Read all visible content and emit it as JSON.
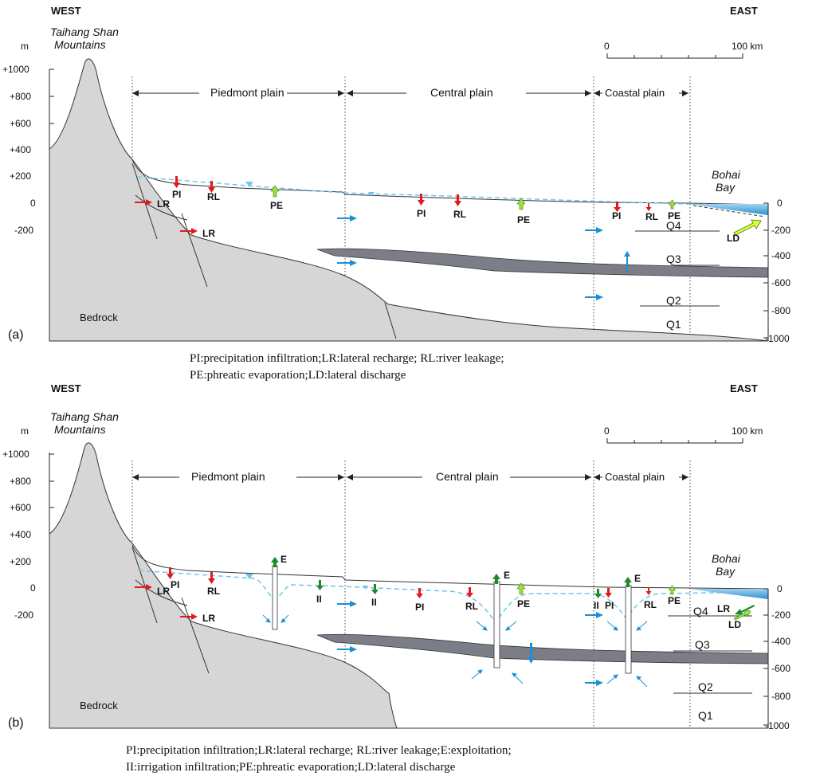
{
  "panels": [
    {
      "id": "a",
      "tag": "(a)",
      "west": "WEST",
      "east": "EAST",
      "mountains": [
        "Taihang Shan",
        "Mountains"
      ],
      "unit": "m",
      "left_ticks": [
        "+1000",
        "+800",
        "+600",
        "+400",
        "+200",
        "0",
        "-200"
      ],
      "right_ticks": [
        "0",
        "-200",
        "-400",
        "-600",
        "-800",
        "-1000"
      ],
      "scale": {
        "start": "0",
        "end": "100 km"
      },
      "zones": [
        "Piedmont plain",
        "Central plain",
        "Coastal plain"
      ],
      "bay": [
        "Bohai",
        "Bay"
      ],
      "bedrock": "Bedrock",
      "units": [
        "Q4",
        "Q3",
        "Q2",
        "Q1"
      ],
      "labels": {
        "lr1": "LR",
        "lr2": "LR",
        "pi1": "PI",
        "rl1": "RL",
        "pe1": "PE",
        "pi2": "PI",
        "rl2": "RL",
        "pe2": "PE",
        "pi3": "PI",
        "rl3": "RL",
        "pe3": "PE",
        "ld": "LD"
      },
      "legend": [
        "PI:precipitation infiltration;LR:lateral recharge; RL:river leakage;",
        "PE:phreatic evaporation;LD:lateral discharge"
      ]
    },
    {
      "id": "b",
      "tag": "(b)",
      "west": "WEST",
      "east": "EAST",
      "mountains": [
        "Taihang Shan",
        "Mountains"
      ],
      "unit": "m",
      "left_ticks": [
        "+1000",
        "+800",
        "+600",
        "+400",
        "+200",
        "0",
        "-200"
      ],
      "right_ticks": [
        "0",
        "-200",
        "-400",
        "-600",
        "-800",
        "-1000"
      ],
      "scale": {
        "start": "0",
        "end": "100 km"
      },
      "zones": [
        "Piedmont plain",
        "Central plain",
        "Coastal plain"
      ],
      "bay": [
        "Bohai",
        "Bay"
      ],
      "bedrock": "Bedrock",
      "units": [
        "Q4",
        "Q3",
        "Q2",
        "Q1"
      ],
      "labels": {
        "lr1": "LR",
        "lr2": "LR",
        "pi1": "PI",
        "rl1": "RL",
        "e1": "E",
        "ii1": "II",
        "ii2": "II",
        "pi2": "PI",
        "rl2": "RL",
        "e2": "E",
        "pe2": "PE",
        "ii3": "II",
        "pi3": "PI",
        "e3": "E",
        "rl3": "RL",
        "pe3": "PE",
        "lr3": "LR",
        "ld": "LD"
      },
      "legend": [
        "PI:precipitation infiltration;LR:lateral recharge; RL:river leakage;E:exploitation;",
        "II:irrigation infiltration;PE:phreatic evaporation;LD:lateral discharge"
      ]
    }
  ],
  "colors": {
    "bedrock": "#d6d6d6",
    "aquitard": "#7b7e86",
    "water_table": "#6fc6ea",
    "sea": "#2e8fd0",
    "red_arrow": "#e11b1b",
    "blue_arrow": "#1b8fd6",
    "green_light": "#9be23c",
    "green_dark": "#1e8a2e",
    "yellow_green": "#dfff3a"
  }
}
